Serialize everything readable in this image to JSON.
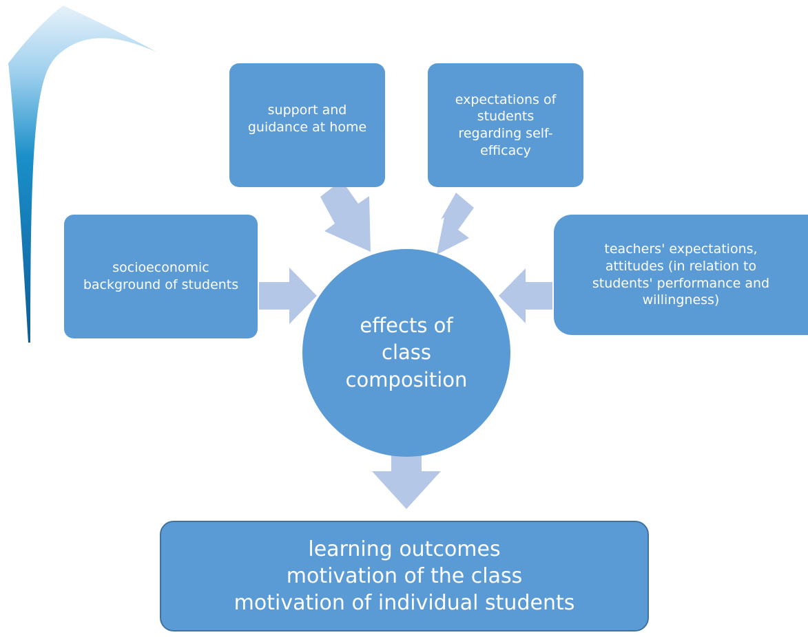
{
  "colors": {
    "node_fill": "#5b9bd5",
    "node_text": "#ffffff",
    "arrow_fill": "#b4c7e7",
    "outcome_border": "#41719c",
    "decoration_blue": "#1a8fc9"
  },
  "nodes": {
    "home_support": "support and\nguidance at home",
    "self_efficacy": "expectations of\nstudents\nregarding self-\nefficacy",
    "socioeconomic": "socioeconomic\nbackground of students",
    "teachers": "teachers' expectations,\nattitudes (in relation to\nstudents' performance and\nwillingness)",
    "center": "effects of\nclass\ncomposition",
    "outcomes": "learning outcomes\nmotivation of the class\nmotivation of individual students"
  }
}
